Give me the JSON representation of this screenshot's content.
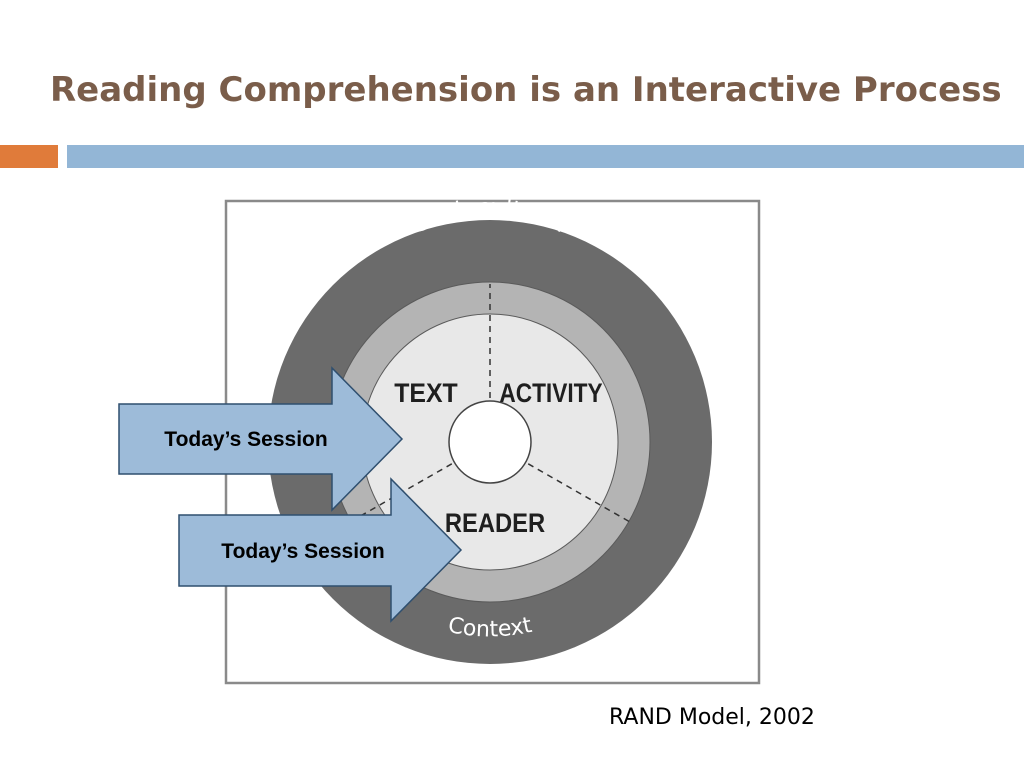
{
  "slide": {
    "title": "Reading Comprehension is an Interactive Process",
    "caption": "RAND Model, 2002"
  },
  "diagram": {
    "outer_ring_top_label": "Sociocultural",
    "outer_ring_bottom_label": "Context",
    "sector_labels": {
      "text": "TEXT",
      "activity": "ACTIVITY",
      "reader": "READER"
    },
    "arrows": [
      {
        "label": "Today’s Session"
      },
      {
        "label": "Today’s Session"
      }
    ]
  },
  "colors": {
    "title": "#7a5d4a",
    "accent_orange": "#e07b3a",
    "accent_blue": "#93b6d6",
    "outer_ring": "#6b6b6b",
    "middle_ring": "#b4b4b4",
    "inner_disc": "#e8e8e8",
    "arrow_fill": "#9dbbd9",
    "arrow_stroke": "#2f4f6f"
  }
}
